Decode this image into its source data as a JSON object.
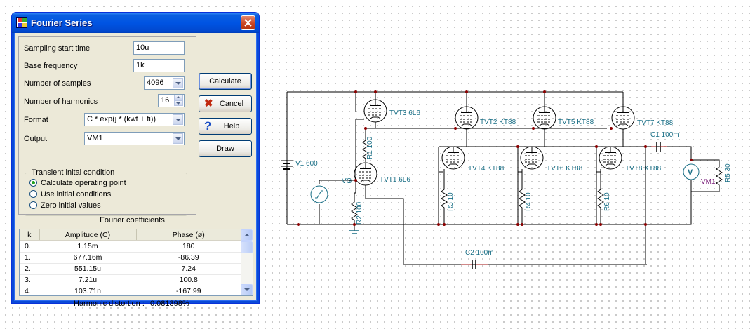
{
  "dialog": {
    "title": "Fourier Series",
    "fields": {
      "sampling_start_time": {
        "label": "Sampling start time",
        "value": "10u"
      },
      "base_frequency": {
        "label": "Base frequency",
        "value": "1k"
      },
      "number_of_samples": {
        "label": "Number of samples",
        "value": "4096"
      },
      "number_of_harmonics": {
        "label": "Number of harmonics",
        "value": "16"
      },
      "format": {
        "label": "Format",
        "value": "C * exp(j * (kwt + fi))"
      },
      "output": {
        "label": "Output",
        "value": "VM1"
      }
    },
    "transient": {
      "title": "Transient inital condition",
      "options": [
        {
          "label": "Calculate operating point",
          "checked": true
        },
        {
          "label": "Use initial conditions",
          "checked": false
        },
        {
          "label": "Zero initial values",
          "checked": false
        }
      ]
    },
    "buttons": {
      "calculate": "Calculate",
      "cancel": "Cancel",
      "help": "Help",
      "draw": "Draw"
    },
    "coefficients": {
      "header": "Fourier coefficients",
      "columns": [
        "k",
        "Amplitude (C)",
        "Phase (ø)"
      ],
      "rows": [
        [
          "0.",
          "1.15m",
          "180"
        ],
        [
          "1.",
          "677.16m",
          "-86.39"
        ],
        [
          "2.",
          "551.15u",
          "7.24"
        ],
        [
          "3.",
          "7.21u",
          "100.8"
        ],
        [
          "4.",
          "103.71n",
          "-167.99"
        ]
      ]
    },
    "harmonic_distortion": {
      "label": "Harmonic distortion :",
      "value": "0.081398%"
    }
  },
  "schematic": {
    "labels": {
      "v1": "V1 600",
      "r1": "R1 100",
      "r2": "R2 100",
      "r3": "R3 10",
      "r4": "R4 10",
      "r5": "R5 30",
      "r6": "R6 10",
      "c1": "C1 100m",
      "c2": "C2 100m",
      "tvt1": "TVT1 6L6",
      "tvt2": "TVT2 KT88",
      "tvt3": "TVT3 6L6",
      "tvt4": "TVT4 KT88",
      "tvt5": "TVT5 KT88",
      "tvt6": "TVT6 KT88",
      "tvt7": "TVT7 KT88",
      "tvt8": "TVT8 KT88",
      "vg": "VG",
      "vm1": "VM1",
      "vm_symbol": "V"
    }
  },
  "colors": {
    "titlebar": "#0054e3",
    "component_label": "#1a6f86",
    "meter_label": "#7a1f7a",
    "wire": "#000000"
  }
}
